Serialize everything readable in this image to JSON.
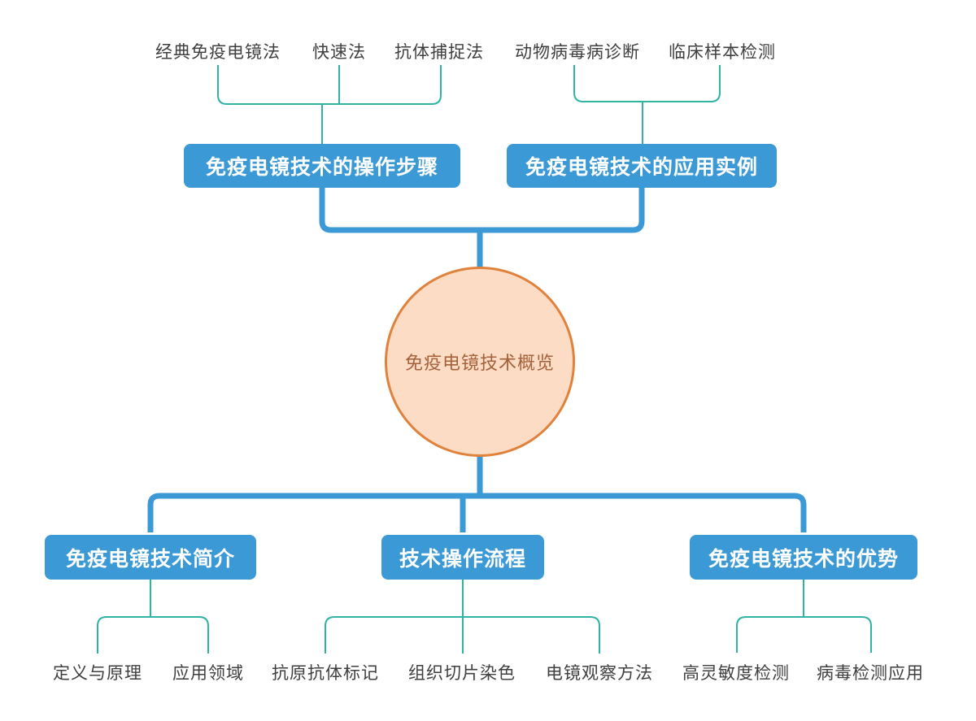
{
  "colors": {
    "background": "#ffffff",
    "branch_fill": "#3b99d6",
    "branch_text": "#ffffff",
    "connector_blue": "#3b99d6",
    "connector_teal": "#2fb3a3",
    "root_fill": "#fcdcc4",
    "root_border": "#e0813c",
    "root_text": "#a5613a",
    "leaf_text": "#3f3f3f"
  },
  "root": {
    "label": "免疫电镜技术概览"
  },
  "top_branches": [
    {
      "label": "免疫电镜技术的操作步骤",
      "children": [
        "经典免疫电镜法",
        "快速法",
        "抗体捕捉法"
      ]
    },
    {
      "label": "免疫电镜技术的应用实例",
      "children": [
        "动物病毒病诊断",
        "临床样本检测"
      ]
    }
  ],
  "bottom_branches": [
    {
      "label": "免疫电镜技术简介",
      "children": [
        "定义与原理",
        "应用领域"
      ]
    },
    {
      "label": "技术操作流程",
      "children": [
        "抗原抗体标记",
        "组织切片染色",
        "电镜观察方法"
      ]
    },
    {
      "label": "免疫电镜技术的优势",
      "children": [
        "高灵敏度检测",
        "病毒检测应用"
      ]
    }
  ]
}
